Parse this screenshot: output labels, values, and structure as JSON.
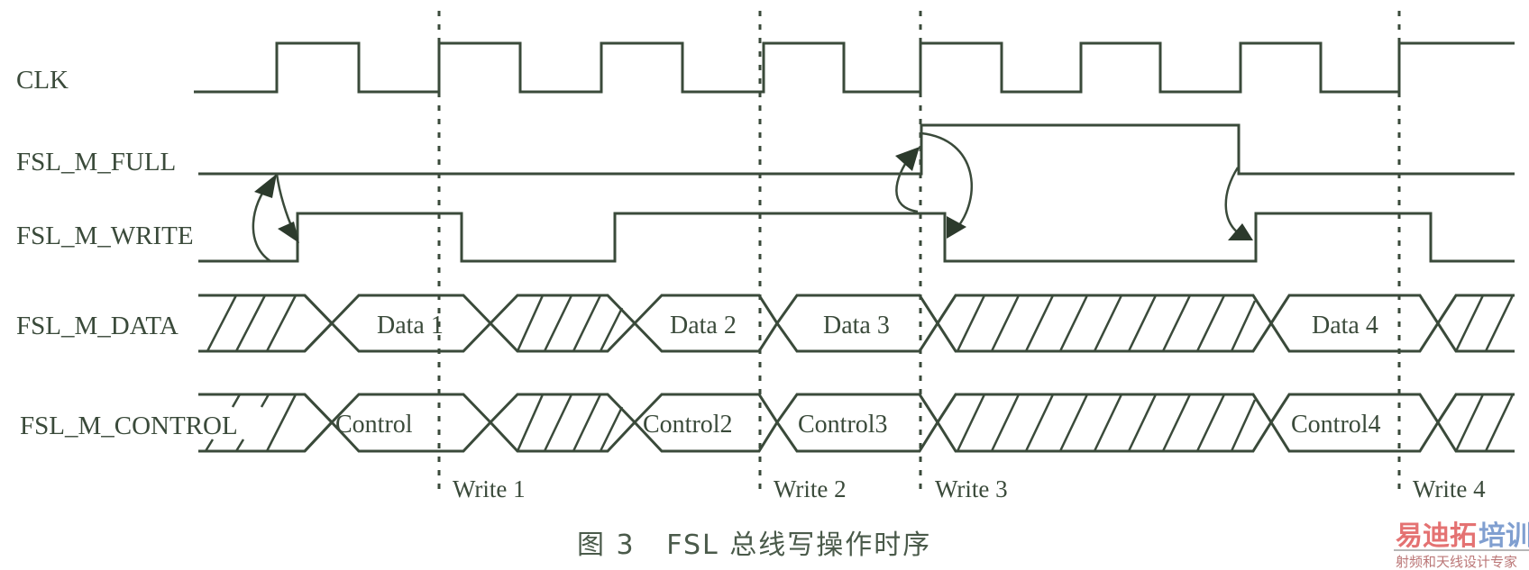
{
  "diagram": {
    "type": "timing-diagram",
    "signals": [
      {
        "name": "CLK",
        "kind": "clock"
      },
      {
        "name": "FSL_M_FULL",
        "kind": "digital"
      },
      {
        "name": "FSL_M_WRITE",
        "kind": "digital"
      },
      {
        "name": "FSL_M_DATA",
        "kind": "bus"
      },
      {
        "name": "FSL_M_CONTROL",
        "kind": "bus"
      }
    ],
    "labels": {
      "clk": "CLK",
      "full": "FSL_M_FULL",
      "write": "FSL_M_WRITE",
      "data": "FSL_M_DATA",
      "control": "FSL_M_CONTROL"
    },
    "data_values": [
      "Data 1",
      "Data 2",
      "Data 3",
      "Data 4"
    ],
    "control_values": [
      "Control",
      "Control2",
      "Control3",
      "Control4"
    ],
    "write_markers": [
      "Write 1",
      "Write 2",
      "Write 3",
      "Write 4"
    ],
    "caption": "图 3   FSL 总线写操作时序",
    "watermark": {
      "title_red": "易迪拓",
      "title_blue": "培训",
      "subtitle": "射频和天线设计专家"
    },
    "colors": {
      "line": "#3a4a3a",
      "watermark_red": "#e05a5a",
      "watermark_blue": "#6a8fc8"
    }
  }
}
